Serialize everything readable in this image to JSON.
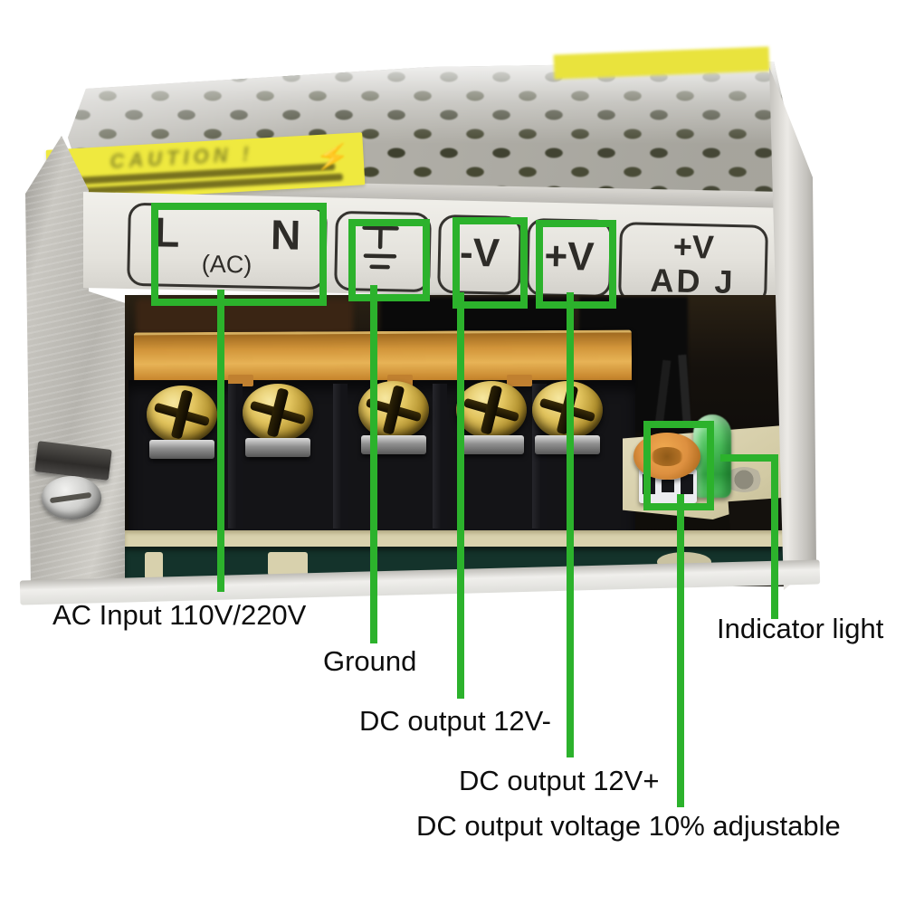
{
  "colors": {
    "annotation_green": "#2cb22c"
  },
  "device": {
    "caution_sticker": {
      "title": "CAUTION !",
      "lightning_icon": "⚡"
    },
    "front_panel_labels": {
      "live": "L",
      "neutral": "N",
      "ac_sub": "(AC)",
      "ground_icon": "earth-ground",
      "negative": "-V",
      "positive": "+V",
      "adj_line1": "+V",
      "adj_line2": "AD J"
    }
  },
  "callouts": {
    "ac_input": "AC Input 110V/220V",
    "ground": "Ground",
    "dc_minus": "DC output 12V-",
    "dc_plus": "DC output 12V+",
    "adjustable": "DC output voltage 10% adjustable",
    "indicator": "Indicator light"
  }
}
